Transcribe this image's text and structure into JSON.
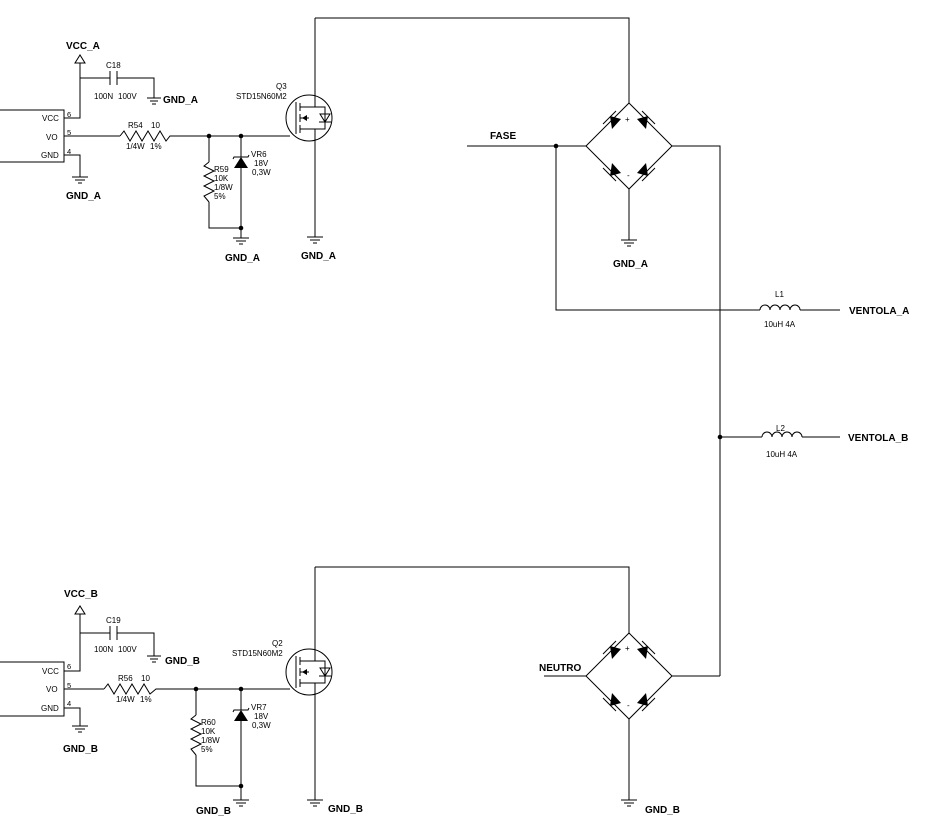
{
  "net": {
    "vcc_a": "VCC_A",
    "vcc_b": "VCC_B",
    "gnd_a": "GND_A",
    "gnd_b": "GND_B",
    "fase": "FASE",
    "neutro": "NEUTRO",
    "ventola_a": "VENTOLA_A",
    "ventola_b": "VENTOLA_B"
  },
  "driver_a": {
    "vcc": "VCC",
    "vo": "VO",
    "gnd": "GND",
    "pin_vcc": "6",
    "pin_vo": "5",
    "pin_gnd": "4"
  },
  "driver_b": {
    "vcc": "VCC",
    "vo": "VO",
    "gnd": "GND",
    "pin_vcc": "6",
    "pin_vo": "5",
    "pin_gnd": "4"
  },
  "c18": {
    "ref": "C18",
    "val": "100N",
    "volt": "100V"
  },
  "c19": {
    "ref": "C19",
    "val": "100N",
    "volt": "100V"
  },
  "r54": {
    "ref": "R54",
    "val": "10",
    "power": "1/4W",
    "tol": "1%"
  },
  "r56": {
    "ref": "R56",
    "val": "10",
    "power": "1/4W",
    "tol": "1%"
  },
  "r59": {
    "ref": "R59",
    "val": "10K",
    "power": "1/8W",
    "tol": "5%"
  },
  "r60": {
    "ref": "R60",
    "val": "10K",
    "power": "1/8W",
    "tol": "5%"
  },
  "vr6": {
    "ref": "VR6",
    "volt": "18V",
    "power": "0,3W"
  },
  "vr7": {
    "ref": "VR7",
    "volt": "18V",
    "power": "0,3W"
  },
  "q3": {
    "ref": "Q3",
    "part": "STD15N60M2"
  },
  "q2": {
    "ref": "Q2",
    "part": "STD15N60M2"
  },
  "l1": {
    "ref": "L1",
    "val": "10uH 4A"
  },
  "l2": {
    "ref": "L2",
    "val": "10uH 4A"
  },
  "bridge": {
    "plus": "+",
    "minus": "-"
  }
}
